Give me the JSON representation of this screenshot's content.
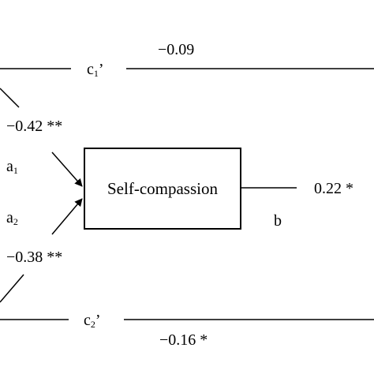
{
  "mediator": {
    "label": "Self-compassion"
  },
  "paths": {
    "c1_prime": {
      "symbol": "c",
      "subscript": "1",
      "suffix": "’",
      "coef": "−0.09"
    },
    "c2_prime": {
      "symbol": "c",
      "subscript": "2",
      "suffix": "’",
      "coef": "−0.16 *"
    },
    "a1": {
      "symbol": "a",
      "subscript": "1",
      "coef": "−0.42 **"
    },
    "a2": {
      "symbol": "a",
      "subscript": "2",
      "coef": "−0.38 **"
    },
    "b": {
      "symbol": "b",
      "coef": "0.22 *"
    }
  },
  "colors": {
    "line": "#000000",
    "text": "#000000",
    "background": "#ffffff"
  }
}
